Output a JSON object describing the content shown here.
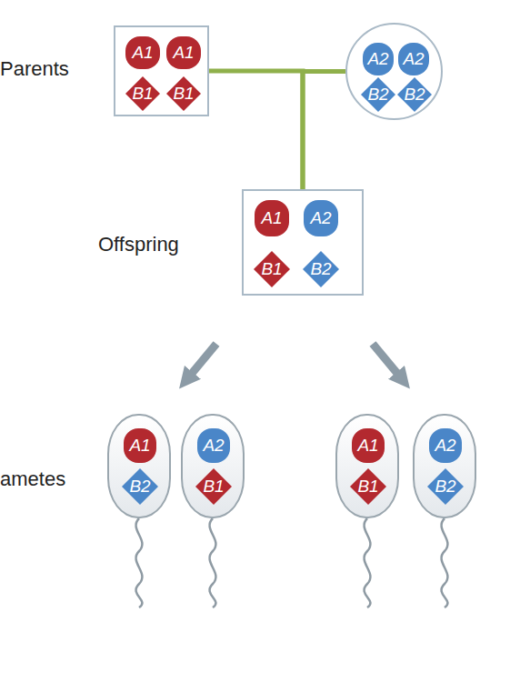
{
  "diagram": {
    "nodes": [
      {
        "text": []
      },
      {
        "text": [
          "A1"
        ],
        "in": 0
      },
      {
        "text": [
          "A1"
        ],
        "in": 0
      },
      {
        "text": [
          "B1"
        ],
        "in": 0
      },
      {
        "text": [
          "B1"
        ],
        "in": 0
      },
      {
        "text": []
      },
      {
        "text": [
          "A2"
        ],
        "in": 5
      },
      {
        "text": [
          "A2"
        ],
        "in": 5
      },
      {
        "text": [
          "B2"
        ],
        "in": 5
      },
      {
        "text": [
          "B2"
        ],
        "in": 5
      },
      {
        "text": []
      },
      {
        "text": [
          "A1"
        ],
        "in": 10
      },
      {
        "text": [
          "A2"
        ],
        "in": 10
      },
      {
        "text": [
          "B1"
        ],
        "in": 10
      },
      {
        "text": [
          "B2"
        ],
        "in": 10
      },
      {
        "text": []
      },
      {
        "text": [
          "A1"
        ],
        "in": 15
      },
      {
        "text": [
          "B2"
        ],
        "in": 15
      },
      {
        "text": []
      },
      {
        "text": [
          "A2"
        ],
        "in": 18
      },
      {
        "text": [
          "B1"
        ],
        "in": 18
      },
      {
        "text": []
      },
      {
        "text": [
          "A1"
        ],
        "in": 21
      },
      {
        "text": [
          "B1"
        ],
        "in": 21
      },
      {
        "text": []
      },
      {
        "text": [
          "A2"
        ],
        "in": 24
      },
      {
        "text": [
          "B2"
        ],
        "in": 24
      }
    ],
    "edges": [
      {
        "from": 0,
        "to": 10,
        "arrow": "none"
      },
      {
        "from": 5,
        "to": 10,
        "arrow": "none"
      }
    ],
    "labels": [
      "Parents",
      "Offspring",
      "ametes"
    ]
  }
}
